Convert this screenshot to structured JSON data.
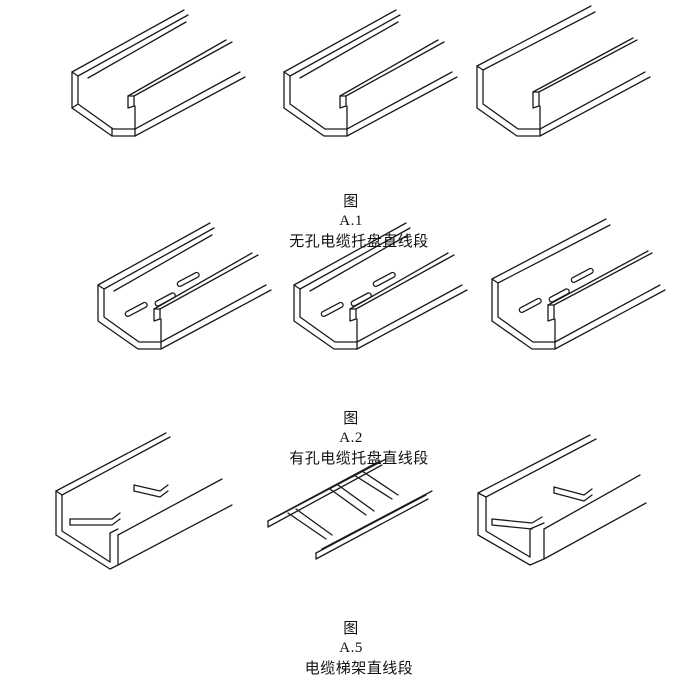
{
  "figures": [
    {
      "label": "图",
      "number": "A.1",
      "title": "无孔电缆托盘直线段",
      "variants": [
        "tray-unperforated-a",
        "tray-unperforated-b",
        "tray-unperforated-c"
      ]
    },
    {
      "label": "图",
      "number": "A.2",
      "title": "有孔电缆托盘直线段",
      "variants": [
        "tray-perforated-a",
        "tray-perforated-b",
        "tray-perforated-c"
      ]
    },
    {
      "label": "图",
      "number": "A.5",
      "title": "电缆梯架直线段",
      "variants": [
        "ladder-a",
        "ladder-b",
        "ladder-c"
      ]
    }
  ],
  "colors": {
    "line": "#1a1a1a",
    "background": "#ffffff"
  }
}
